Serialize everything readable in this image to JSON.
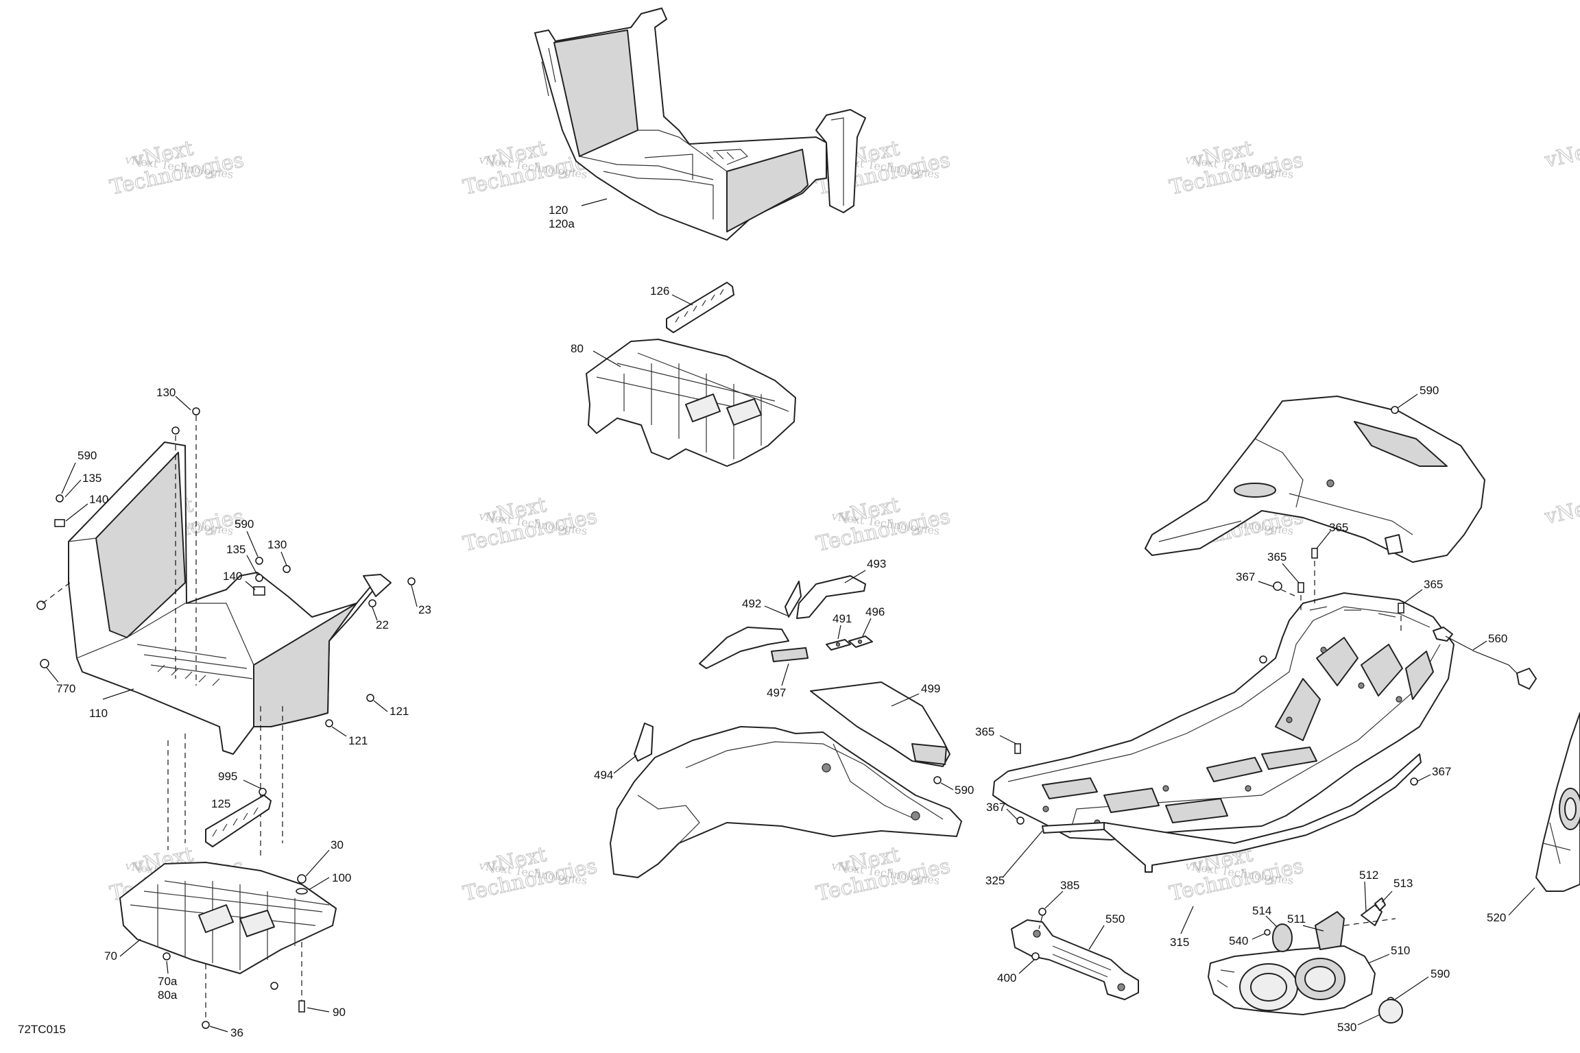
{
  "diagram": {
    "code": "72TC015",
    "watermark": {
      "line_small": "vNext Technologies",
      "line_big_1": "vNext",
      "line_big_2": "Technologies"
    },
    "callouts": {
      "c120": "120",
      "c120a": "120a",
      "c126": "126",
      "c80": "80",
      "c130a": "130",
      "c590a": "590",
      "c135a": "135",
      "c140a": "140",
      "c590b": "590",
      "c135b": "135",
      "c130b": "130",
      "c140b": "140",
      "c23": "23",
      "c22": "22",
      "c770": "770",
      "c110": "110",
      "c121a": "121",
      "c121b": "121",
      "c995": "995",
      "c125": "125",
      "c30": "30",
      "c100": "100",
      "c70": "70",
      "c70a": "70a",
      "c80a": "80a",
      "c90": "90",
      "c36": "36",
      "c493": "493",
      "c492": "492",
      "c491": "491",
      "c496": "496",
      "c497": "497",
      "c499": "499",
      "c494": "494",
      "c590c": "590",
      "c590d": "590",
      "c365a": "365",
      "c365b": "365",
      "c365c": "365",
      "c367a": "367",
      "c560": "560",
      "c365d": "365",
      "c367b": "367",
      "c367c": "367",
      "c325": "325",
      "c385": "385",
      "c550": "550",
      "c400": "400",
      "c315": "315",
      "c511": "511",
      "c512": "512",
      "c513": "513",
      "c514": "514",
      "c540": "540",
      "c510": "510",
      "c590e": "590",
      "c530": "530",
      "c520": "520"
    }
  }
}
